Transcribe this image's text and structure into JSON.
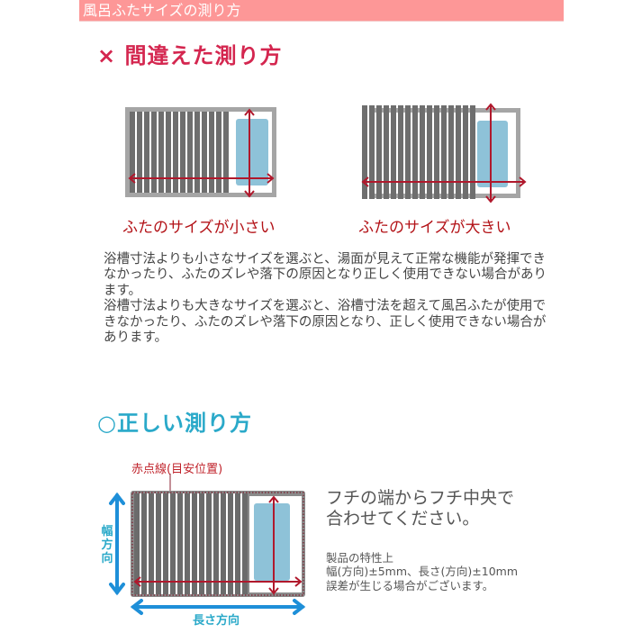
{
  "header": {
    "title": "風呂ふたサイズの測り方",
    "bg_color": "#fd9797"
  },
  "wrong_section": {
    "title": "× 間違えた測り方",
    "color": "#d4264f",
    "diagrams": [
      {
        "caption": "ふたのサイズが小さい"
      },
      {
        "caption": "ふたのサイズが大きい"
      }
    ],
    "paragraphs": [
      "浴槽寸法よりも小さなサイズを選ぶと、湯面が見えて正常な機能が発揮できなかったり、ふたのズレや落下の原因となり正しく使用できない場合があります。",
      "浴槽寸法よりも大きなサイズを選ぶと、浴槽寸法を超えて風呂ふたが使用できなかったり、ふたのズレや落下の原因となり、正しく使用できない場合があります。"
    ]
  },
  "correct_section": {
    "title": "○正しい測り方",
    "color": "#2aa9c9",
    "diagram": {
      "red_dotted_label": "赤点線(目安位置)",
      "width_direction_label": "幅方向",
      "length_direction_label": "長さ方向"
    },
    "instruction": [
      "フチの端からフチ中央で",
      "合わせてください。"
    ],
    "tolerance_note": [
      "製品の特性上",
      "幅(方向)±5mm、長さ(方向)±10mm",
      "誤差が生じる場合がございます。"
    ]
  }
}
